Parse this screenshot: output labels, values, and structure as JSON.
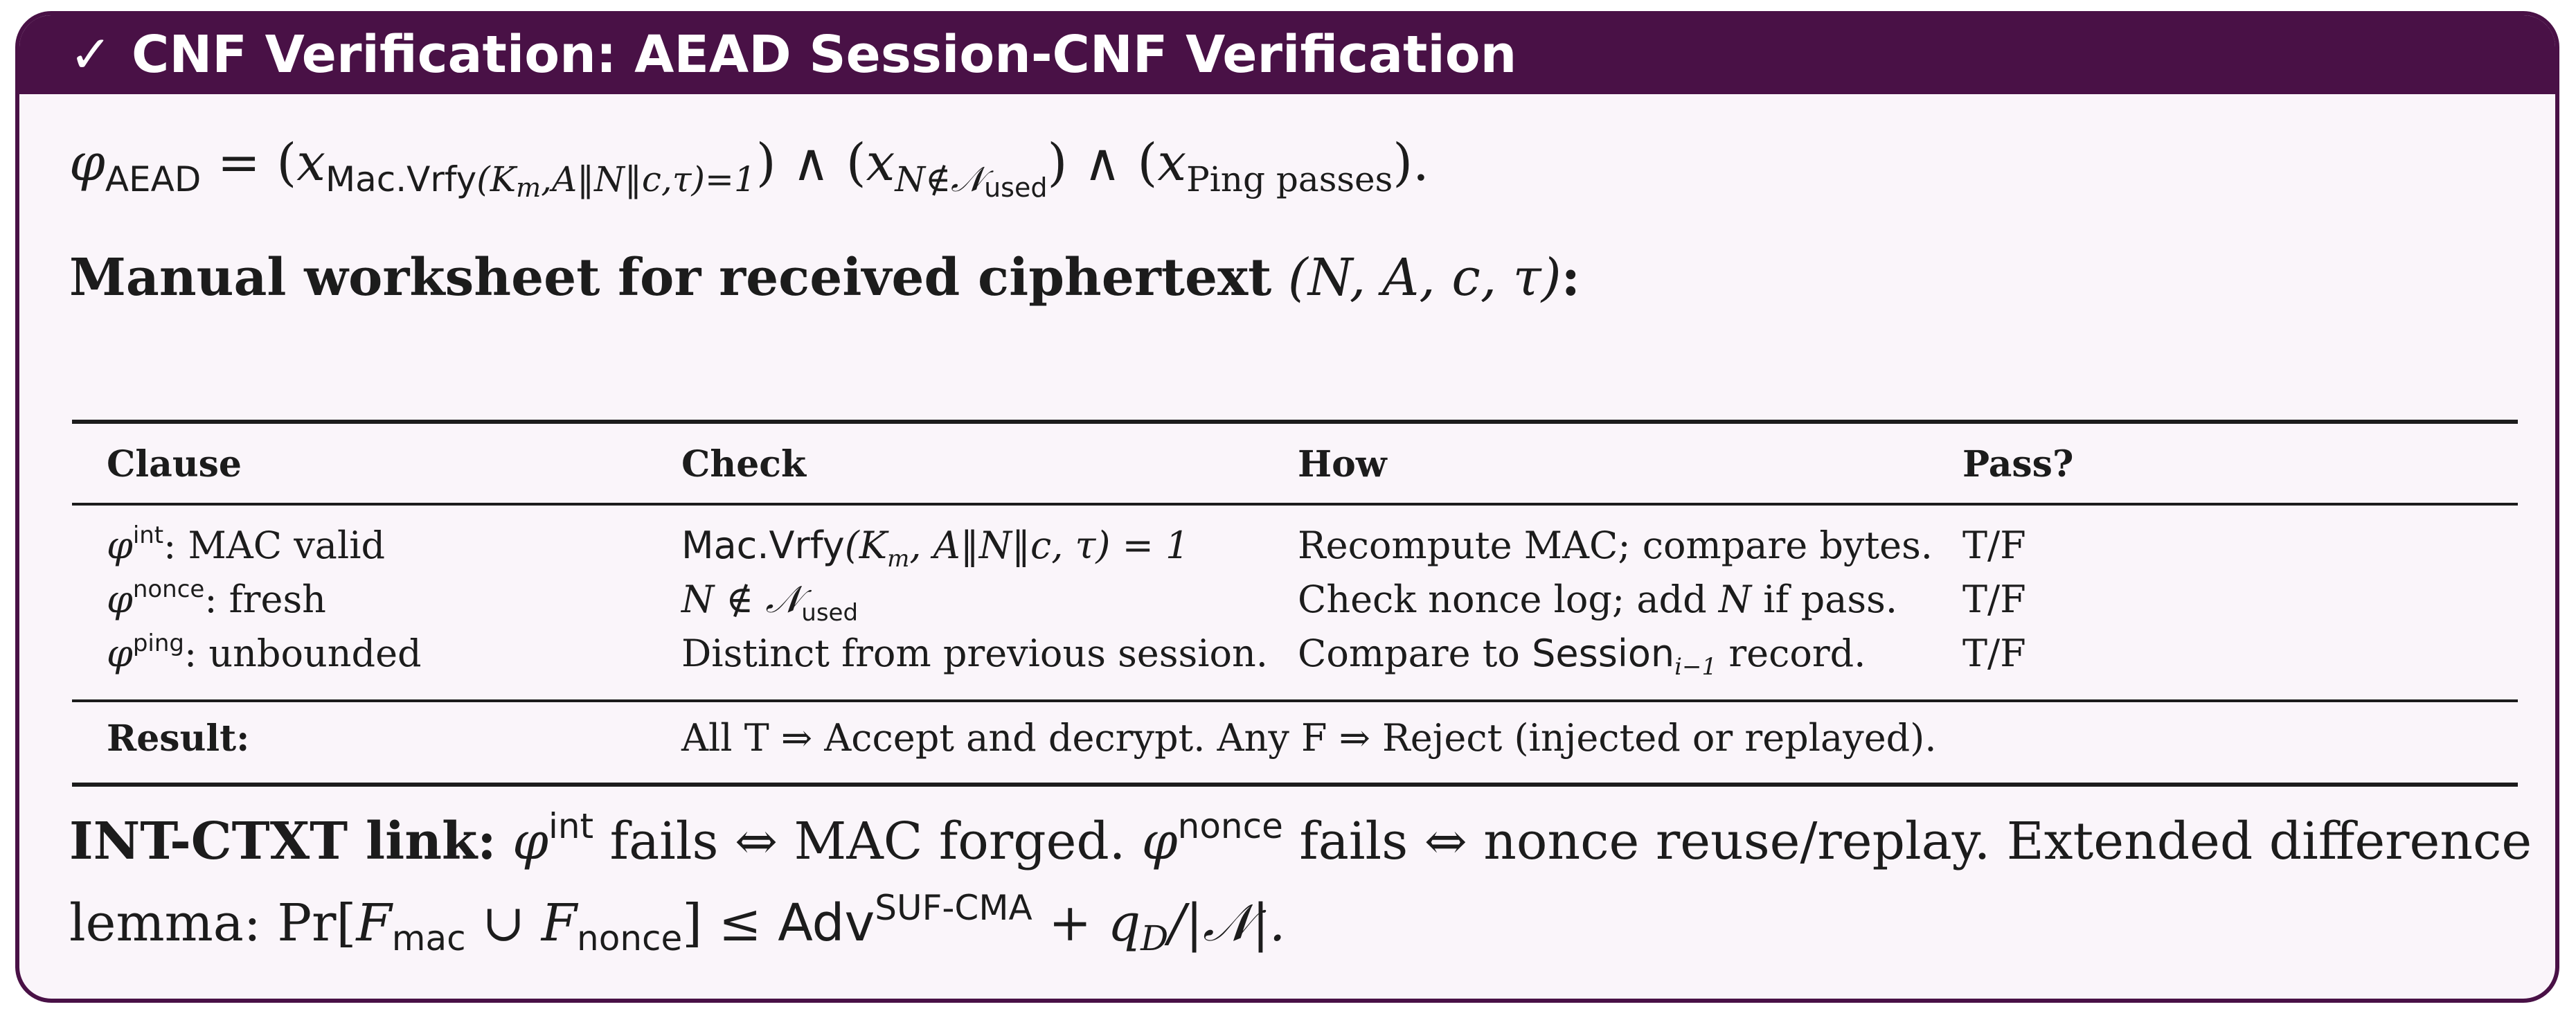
{
  "box": {
    "title_mark": "✓",
    "title": "CNF Verification: AEAD Session-CNF Verification"
  },
  "formula": {
    "phi": "φ",
    "aead": "AEAD",
    "eq": " = (",
    "x1": "x",
    "c1": "Mac.Vrfy",
    "c1_args": "(K",
    "c1_m": "m",
    "c1_rest": ",A‖N‖c,τ)=1",
    "and1": ") ∧ (",
    "x2": "x",
    "c2": "N∉𝒩",
    "c2_used": "used",
    "and2": ") ∧ (",
    "x3": "x",
    "c3": "Ping passes",
    "end": ")."
  },
  "worksheet": {
    "label": "Manual worksheet for received ciphertext",
    "tuple": " (N, A, c, τ)",
    "colon": ":"
  },
  "table": {
    "headers": [
      "Clause",
      "Check",
      "How",
      "Pass?"
    ],
    "rows": [
      {
        "clause_sym": "φ",
        "clause_sup": "int",
        "clause_text": ": MAC valid",
        "check_fn": "Mac.Vrfy",
        "check_args": "(K",
        "check_m": "m",
        "check_rest": ", A‖N‖c, τ) = 1",
        "how": "Recompute MAC; compare bytes.",
        "pass": "T/F"
      },
      {
        "clause_sym": "φ",
        "clause_sup": "nonce",
        "clause_text": ": fresh",
        "check_main": "N ∉ 𝒩",
        "check_sub": "used",
        "how_pre": "Check nonce log; add ",
        "how_n": "N",
        "how_post": " if pass.",
        "pass": "T/F"
      },
      {
        "clause_sym": "φ",
        "clause_sup": "ping",
        "clause_text": ": unbounded",
        "check": "Distinct from previous session.",
        "how_pre": "Compare to ",
        "how_session": "Session",
        "how_sub": "i−1",
        "how_post": " record.",
        "pass": "T/F"
      }
    ],
    "result_label": "Result:",
    "result_text": "All T ⇒ Accept and decrypt. Any F ⇒ Reject (injected or replayed)."
  },
  "link": {
    "label": "INT-CTXT link:",
    "phi1": "φ",
    "sup1": "int",
    "t1": " fails ⇔ MAC forged. ",
    "phi2": "φ",
    "sup2": "nonce",
    "t2": " fails ⇔ nonce reuse/replay. Extended difference",
    "l2a": "lemma: Pr[",
    "f1": "F",
    "f1sub": "mac",
    "cup": " ∪ ",
    "f2": "F",
    "f2sub": "nonce",
    "l2b": "] ≤ ",
    "adv": "Adv",
    "advsup": "SUF-CMA",
    "l2c": " + ",
    "q": "q",
    "qsub": "D",
    "l2d": "/|𝒩|."
  }
}
